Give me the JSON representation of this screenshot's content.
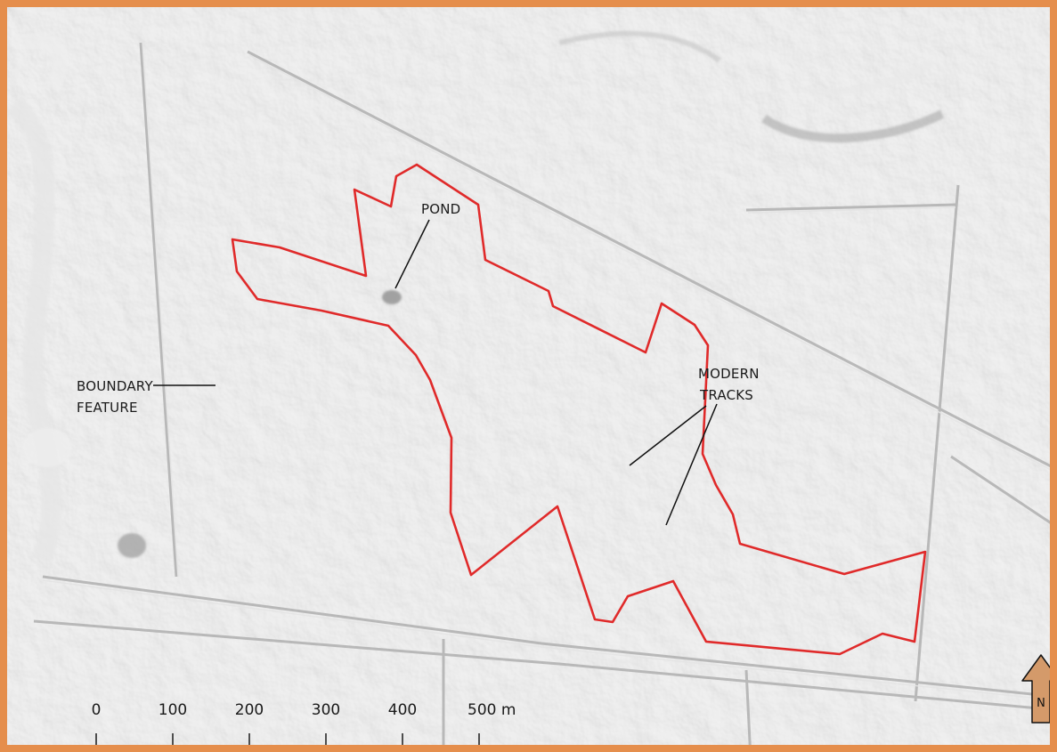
{
  "map": {
    "labels": {
      "pond": "POND",
      "modern_tracks_line1": "MODERN",
      "modern_tracks_line2": "TRACKS",
      "boundary_feature_line1": "BOUNDARY",
      "boundary_feature_line2": "FEATURE"
    },
    "scale_bar": {
      "ticks": [
        "0",
        "100",
        "200",
        "300",
        "400",
        "500 m"
      ],
      "unit": "m"
    },
    "north_arrow": {
      "label": "N"
    },
    "colors": {
      "frame": "#e58e4c",
      "outline": "#e02a2a",
      "hillshade": "#c9c9c9",
      "arrow_fill": "#d49a6a",
      "leader_lines": "#111111"
    }
  }
}
